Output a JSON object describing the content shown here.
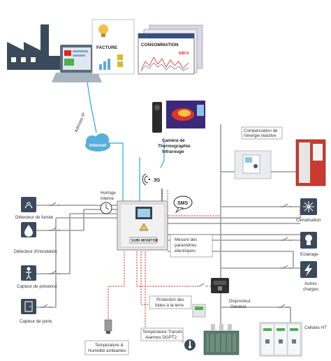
{
  "colors": {
    "icon_bg": "#3a4a5a",
    "accent_red": "#e1281e",
    "link_blue": "#2aa6d9",
    "grey": "#9a9a9a"
  },
  "icons": [
    "factory-icon",
    "laptop-icon",
    "invoice-icon",
    "consumption-screen-icon",
    "cloud-icon",
    "camera-icon",
    "wireless-icon",
    "clock-icon",
    "sms-icon",
    "smoke-icon",
    "water-drop-icon",
    "presence-icon",
    "door-icon",
    "snowflake-icon",
    "bulb-icon",
    "lightning-icon",
    "thermometer-icon",
    "transformer-icon",
    "switchgear-icon"
  ],
  "documents": {
    "facture": "FACTURE",
    "consommation": "CONSOMMATION",
    "kwh": "kW·h"
  },
  "network": {
    "adresse_ip": "Adresse IP",
    "internet": "Internet",
    "network_3g": "3G",
    "sms": "SMS",
    "horloge_1": "Horloge",
    "horloge_2": "interne"
  },
  "camera": {
    "line1": "Caméra de",
    "line2": "Thermographie",
    "line3": "Infrarouge"
  },
  "compensation": {
    "line1": "Compensation de",
    "line2": "l'énergie réactive"
  },
  "controller": {
    "name": "SUBI MONITOR"
  },
  "mesure": {
    "line1": "Mesure des",
    "line2": "paramètres",
    "line3": "électriques"
  },
  "sensors_left": [
    {
      "label": "Détecteur de fumée"
    },
    {
      "label": "Détecteur d'inondation"
    },
    {
      "label": "Capteur de présence"
    },
    {
      "label": "Capteur de porte"
    }
  ],
  "outputs_right": {
    "climatisation": "Climatisation",
    "eclairage": "Eclairage",
    "autres_1": "Autres",
    "autres_2": "charges"
  },
  "protection": {
    "line1": "Protection des",
    "line2": "fuites à la terre"
  },
  "disjoncteur": {
    "line1": "Disjoncteur",
    "line2": "Général"
  },
  "temperature_ambient": {
    "line1": "Température &",
    "line2": "Humidité ambiantes"
  },
  "transfo": {
    "line1": "Température Transfo",
    "line2": "Alarmes DGPT2"
  },
  "cellules": {
    "label": "Cellules HT"
  }
}
